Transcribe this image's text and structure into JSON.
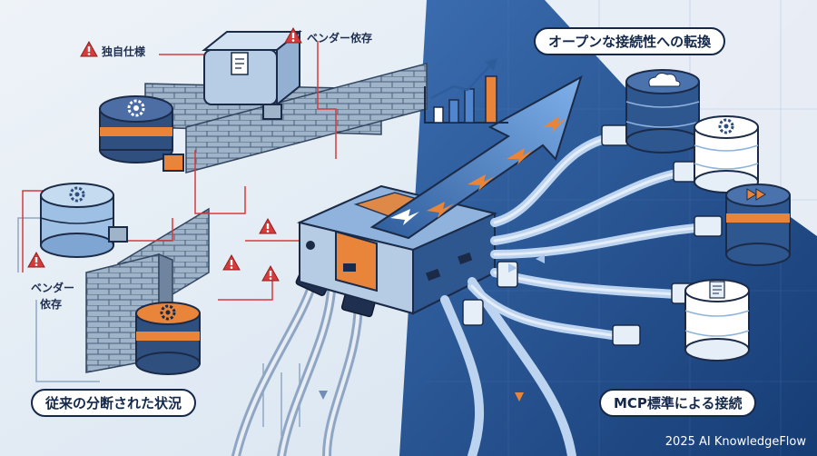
{
  "labels": {
    "warn_proprietary": "独自仕様",
    "warn_vendor_top": "ベンダー依存",
    "warn_vendor_side_line1": "ベンダー",
    "warn_vendor_side_line2": "依存"
  },
  "captions": {
    "left_bottom": "従来の分断された状況",
    "right_top": "オープンな接続性への転換",
    "right_bottom": "MCP標準による接続"
  },
  "footer": "2025 AI KnowledgeFlow",
  "colors": {
    "left_bg": "#dfe9f3",
    "right_bg": "#25508c",
    "accent_orange": "#e8853a",
    "warning_red": "#d63b3b",
    "outline": "#1b2b47",
    "arrow_blue": "#4f86cf"
  },
  "icons": [
    "warning-icon",
    "gear-icon",
    "document-icon",
    "cloud-icon",
    "play-icon",
    "bar-chart-icon"
  ]
}
